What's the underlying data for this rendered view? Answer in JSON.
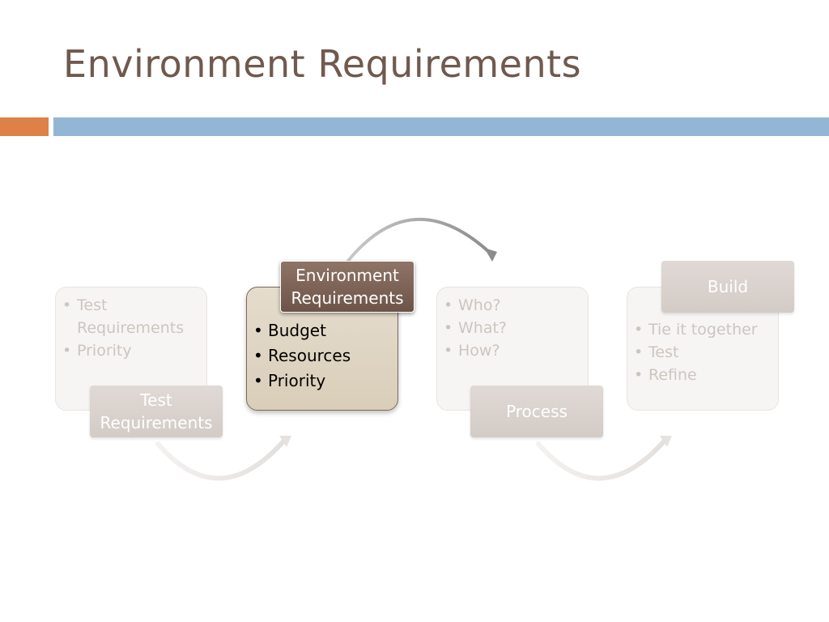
{
  "slide": {
    "title": "Environment Requirements"
  },
  "steps": [
    {
      "label": "Test Requirements",
      "bullets": [
        "Test Requirements",
        "Priority"
      ],
      "state": "faded"
    },
    {
      "label": "Environment Requirements",
      "bullets": [
        "Budget",
        "Resources",
        "Priority"
      ],
      "state": "active"
    },
    {
      "label": "Process",
      "bullets": [
        "Who?",
        "What?",
        "How?"
      ],
      "state": "faded"
    },
    {
      "label": "Build",
      "bullets": [
        "Tie it together",
        "Test",
        "Refine"
      ],
      "state": "faded"
    }
  ],
  "colors": {
    "title": "#70594e",
    "accent_orange": "#dd8147",
    "accent_blue": "#93b6d4",
    "active_label": "#7b5f53",
    "active_card": "#ddd3c1"
  }
}
